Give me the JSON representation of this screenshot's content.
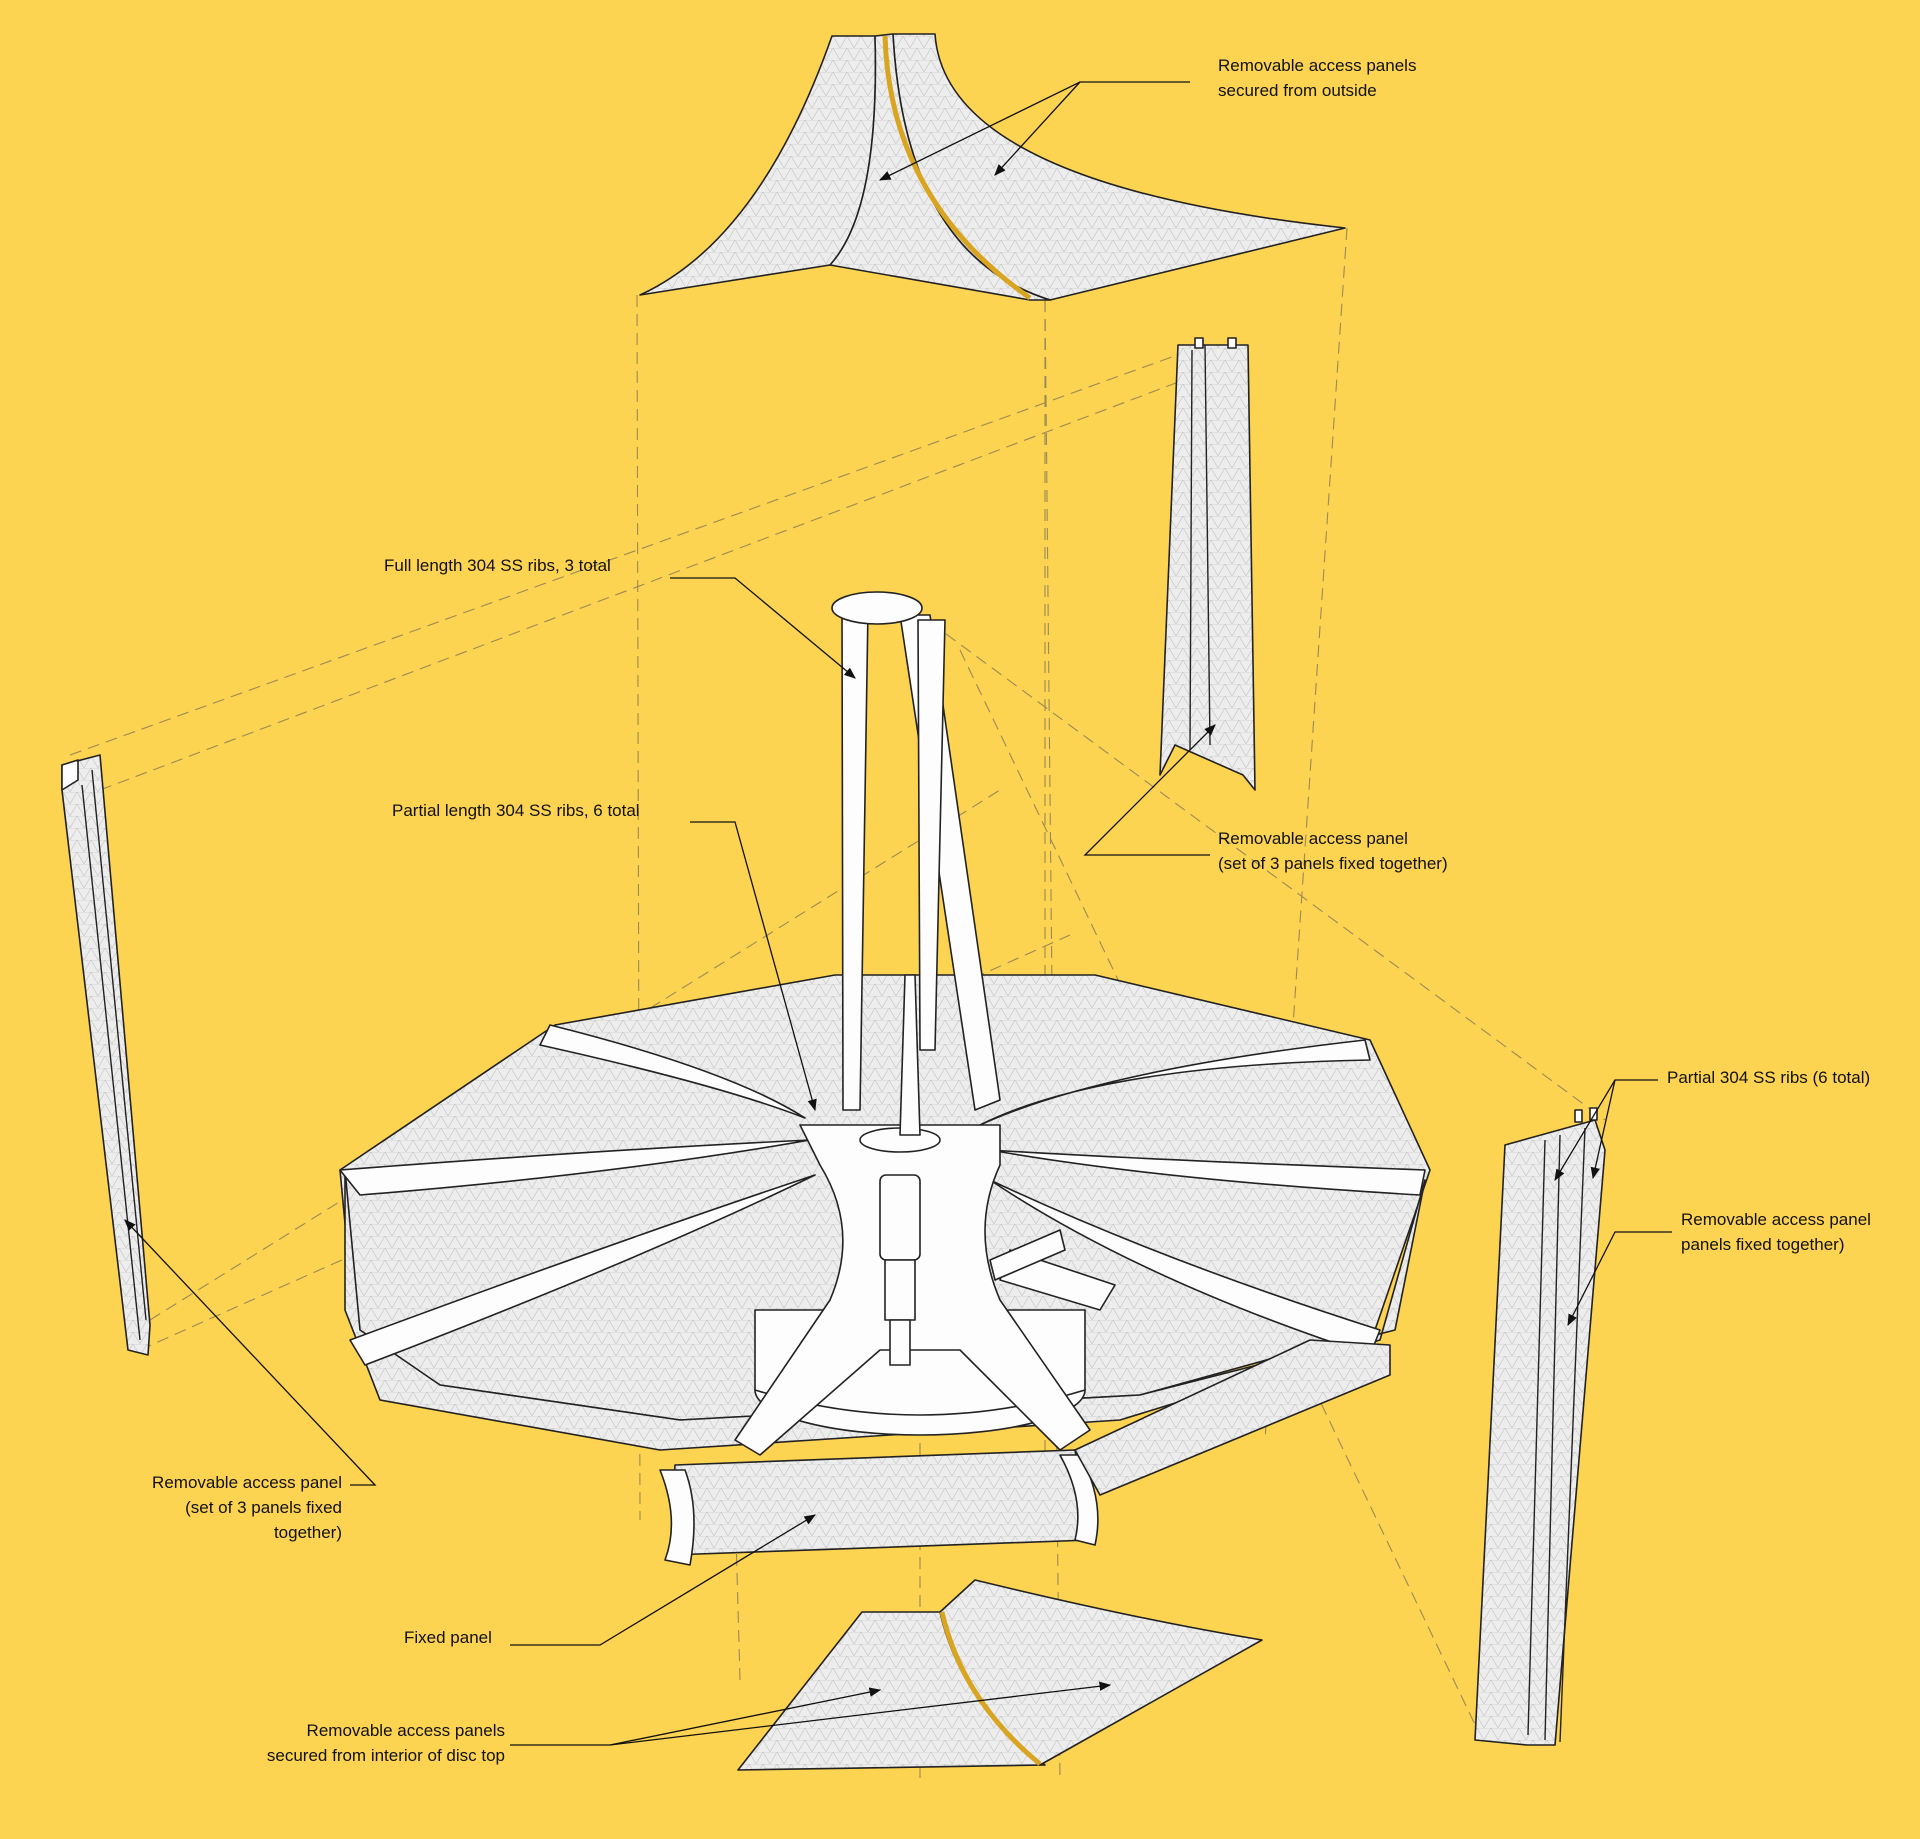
{
  "colors": {
    "background": "#FDD352",
    "panel_fill": "#EDEDED",
    "line": "#222222"
  },
  "labels": {
    "top_panels": [
      "Removable access panels",
      "secured from outside"
    ],
    "full_ribs": [
      "Full length 304 SS ribs, 3 total"
    ],
    "partial_ribs": [
      "Partial length 304 SS ribs, 6 total"
    ],
    "right_access_panel": [
      "Removable access panel",
      "(set of 3 panels fixed together)"
    ],
    "partial_ss_ribs": [
      "Partial 304 SS ribs (6 total)"
    ],
    "right_lower_panel": [
      "Removable access panel",
      "panels fixed together)"
    ],
    "left_access_panel": [
      "Removable access panel",
      "(set of 3 panels fixed",
      "together)"
    ],
    "fixed_panel": [
      "Fixed panel"
    ],
    "bottom_panels": [
      "Removable access panels",
      "secured from interior of disc top"
    ]
  }
}
